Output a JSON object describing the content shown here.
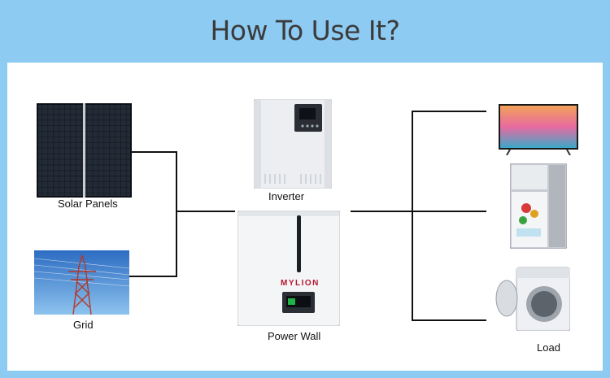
{
  "title": "How To Use It?",
  "labels": {
    "solar": "Solar Panels",
    "grid": "Grid",
    "inverter": "Inverter",
    "power_wall": "Power Wall",
    "load": "Load"
  },
  "brand": "MYLION",
  "colors": {
    "background": "#8ecbf3",
    "panel": "#ffffff",
    "line": "#111111",
    "brand": "#b5162d"
  }
}
